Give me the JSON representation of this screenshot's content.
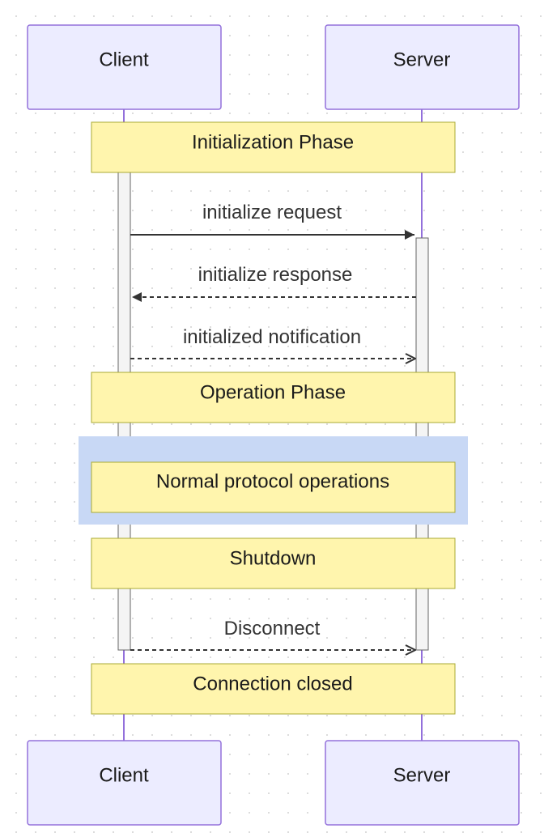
{
  "participants": [
    {
      "id": "client",
      "label": "Client"
    },
    {
      "id": "server",
      "label": "Server"
    }
  ],
  "notes": {
    "initialization": "Initialization Phase",
    "operation": "Operation Phase",
    "normal_ops": "Normal protocol operations",
    "shutdown": "Shutdown",
    "closed": "Connection closed"
  },
  "messages": [
    {
      "id": "init_request",
      "from": "client",
      "to": "server",
      "label": "initialize request",
      "style": "solid",
      "arrow": "filled"
    },
    {
      "id": "init_response",
      "from": "server",
      "to": "client",
      "label": "initialize response",
      "style": "dashed",
      "arrow": "filled"
    },
    {
      "id": "initialized_notification",
      "from": "client",
      "to": "server",
      "label": "initialized notification",
      "style": "dashed",
      "arrow": "open"
    },
    {
      "id": "disconnect",
      "from": "client",
      "to": "server",
      "label": "Disconnect",
      "style": "dashed",
      "arrow": "open"
    }
  ],
  "colors": {
    "actor_fill": "#ececff",
    "actor_stroke": "#9370db",
    "note_fill": "#fff5ad",
    "note_stroke": "#aaaa33",
    "rect_fill": "#c8d8f5",
    "line": "#333333"
  }
}
